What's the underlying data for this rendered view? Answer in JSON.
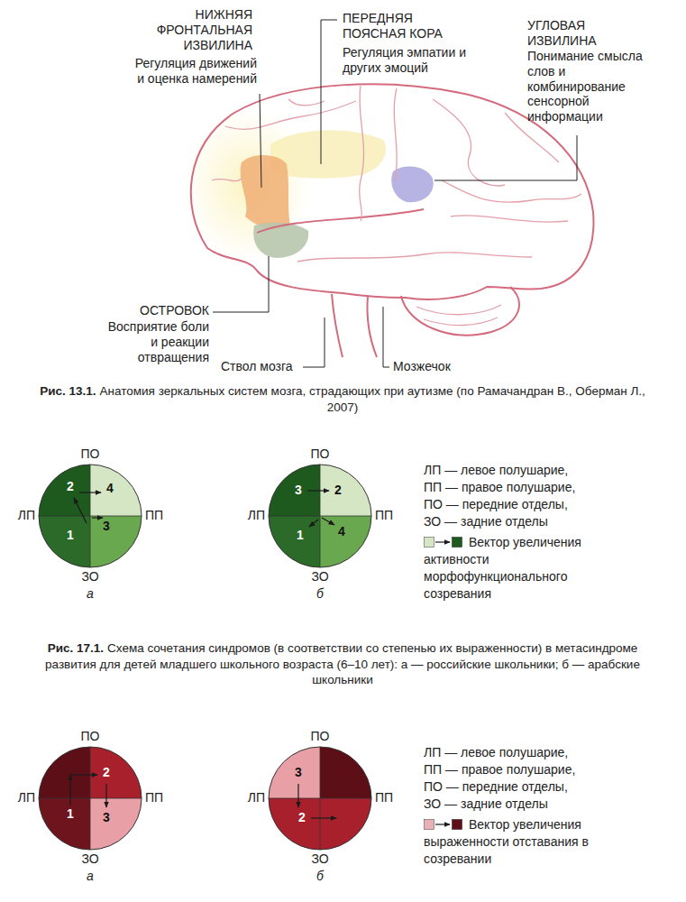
{
  "diagram": {
    "labels": [
      "НИЖНЯЯ ФРОНТАЛЬНАЯ ИЗВИЛИНА",
      "Регуляция движений и оценка намерений",
      "ПЕРЕДНЯЯ ПОЯСНАЯ КОРА",
      "Регуляция эмпатии и других эмоций",
      "УГЛОВАЯ ИЗВИЛИНА",
      "Понимание смысла слов и комбинирование сенсорной информации",
      "ОСТРОВОК",
      "Восприятие боли и реакции отвращения",
      "Ствол мозга",
      "Мозжечок",
      "Рис. 13.1.",
      "Анатомия зеркальных систем мозга, страдающих при аутизме (по Рамачандран В., Оберман Л., 2007)",
      "ПО",
      "ЛП",
      "ПП",
      "ЗО",
      "2",
      "4",
      "1",
      "3",
      "а",
      "ПО",
      "ЛП",
      "ПП",
      "ЗО",
      "3",
      "2",
      "1",
      "4",
      "б",
      "ЛП — левое полушарие,",
      "ПП — правое полушарие,",
      "ПО — передние отделы,",
      "ЗО — задние отделы",
      "Рис. 17.1.",
      "Схема сочетания синдромов (в соответствии со степенью их выраженности) в метасиндроме развития для детей младшего школьного возраста (6–10 лет): а — российские школьники; б — арабские школьники",
      "ПО",
      "ЛП",
      "ПП",
      "ЗО",
      "1",
      "2",
      "3",
      "а",
      "ПО",
      "ЛП",
      "ПП",
      "ЗО",
      "3",
      "2",
      "б",
      "ЛП — левое полушарие,",
      "ПП — правое полушарие,",
      "ПО — передние отделы,",
      "ЗО — задние отделы"
    ],
    "legend": [
      {
        "text": "Вектор увеличения активности морфофункционального созревания",
        "color": "#1e5a1e"
      },
      {
        "text": "Вектор увеличения выраженности отставания в созревании",
        "color": "#5c0f17"
      }
    ]
  }
}
